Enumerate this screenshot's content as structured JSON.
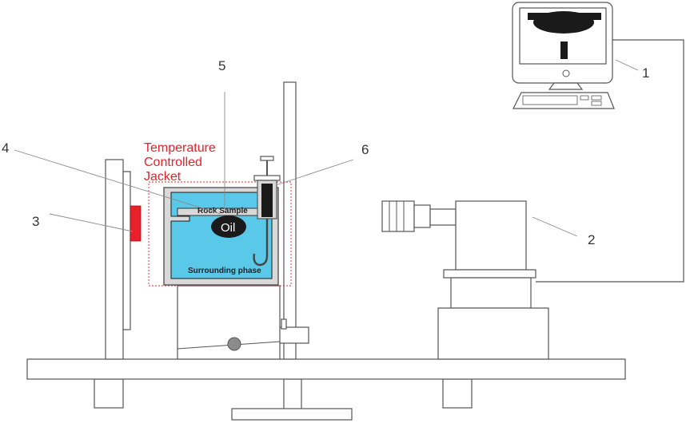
{
  "labels": {
    "num_1": "1",
    "num_2": "2",
    "num_3": "3",
    "num_4": "4",
    "num_5": "5",
    "num_6": "6"
  },
  "jacket_label": {
    "line1": "Temperature",
    "line2": "Controlled",
    "line3": "Jacket"
  },
  "cell": {
    "rock_sample": "Rock Sample",
    "oil": "Oil",
    "surrounding_phase": "Surrounding phase"
  },
  "colors": {
    "liquid": "#5ac8e8",
    "jacket_outline": "#e8202a",
    "red_source": "#e8202a",
    "dark": "#1a1a1a"
  }
}
